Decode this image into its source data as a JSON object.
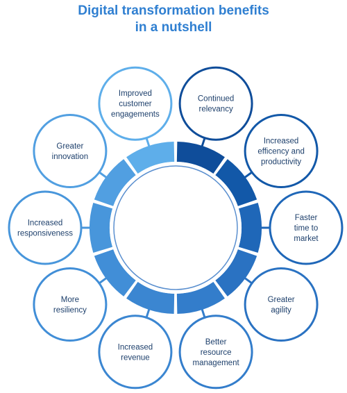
{
  "title": {
    "line1": "Digital transformation benefits",
    "line2": "in a nutshell"
  },
  "benefits": [
    {
      "label": "Continued\nrelevancy",
      "color": "#0f4d9a"
    },
    {
      "label": "Increased\nefficency and\nproductivity",
      "color": "#1258a8"
    },
    {
      "label": "Faster\ntime to\nmarket",
      "color": "#1f67b8"
    },
    {
      "label": "Greater\nagility",
      "color": "#2a72c2"
    },
    {
      "label": "Better\nresource\nmanagement",
      "color": "#337dcb"
    },
    {
      "label": "Increased\nrevenue",
      "color": "#3b86d1"
    },
    {
      "label": "More\nresiliency",
      "color": "#418ed7"
    },
    {
      "label": "Increased\nresponsiveness",
      "color": "#4896db"
    },
    {
      "label": "Greater\ninnovation",
      "color": "#519fe1"
    },
    {
      "label": "Improved\ncustomer\nengagements",
      "color": "#5eaeea"
    }
  ]
}
